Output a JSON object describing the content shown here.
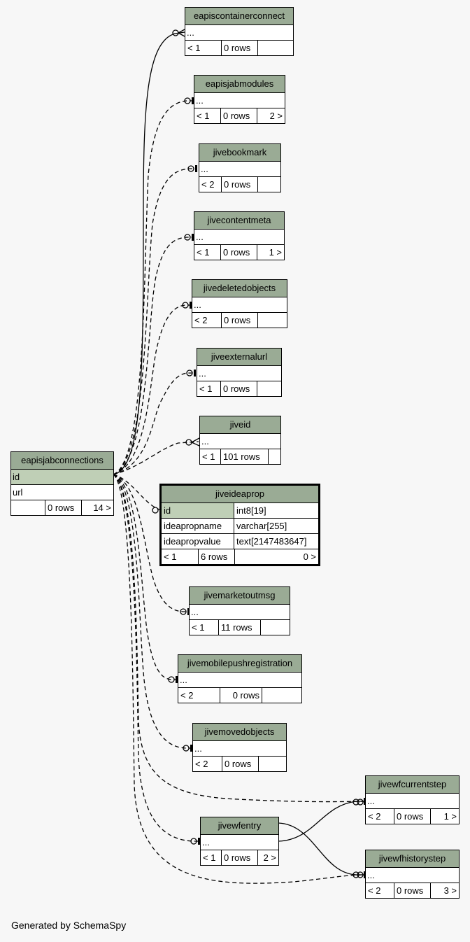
{
  "footer": "Generated by SchemaSpy",
  "colors": {
    "header": "#9aab95",
    "pk": "#bfcfb6",
    "background": "#f7f7f7"
  },
  "main_table": {
    "name": "eapisjabconnections",
    "rows": [
      "id",
      "url"
    ],
    "footer": [
      "",
      "0 rows",
      "14 >"
    ]
  },
  "focus_table": {
    "name": "jiveideaprop",
    "columns": [
      {
        "name": "id",
        "type": "int8[19]"
      },
      {
        "name": "ideapropname",
        "type": "varchar[255]"
      },
      {
        "name": "ideapropvalue",
        "type": "text[2147483647]"
      }
    ],
    "footer": [
      "< 1",
      "6 rows",
      "0 >"
    ]
  },
  "tables": [
    {
      "name": "eapiscontainerconnect",
      "row": "...",
      "footer": [
        "< 1",
        "0 rows",
        ""
      ]
    },
    {
      "name": "eapisjabmodules",
      "row": "...",
      "footer": [
        "< 1",
        "0 rows",
        "2 >"
      ]
    },
    {
      "name": "jivebookmark",
      "row": "...",
      "footer": [
        "< 2",
        "0 rows",
        ""
      ]
    },
    {
      "name": "jivecontentmeta",
      "row": "...",
      "footer": [
        "< 1",
        "0 rows",
        "1 >"
      ]
    },
    {
      "name": "jivedeletedobjects",
      "row": "...",
      "footer": [
        "< 2",
        "0 rows",
        ""
      ]
    },
    {
      "name": "jiveexternalurl",
      "row": "...",
      "footer": [
        "< 1",
        "0 rows",
        ""
      ]
    },
    {
      "name": "jiveid",
      "row": "...",
      "footer": [
        "< 1",
        "101 rows",
        ""
      ]
    },
    {
      "name": "jivemarketoutmsg",
      "row": "...",
      "footer": [
        "< 1",
        "11 rows",
        ""
      ]
    },
    {
      "name": "jivemobilepushregistration",
      "row": "...",
      "footer": [
        "< 2",
        "0 rows",
        ""
      ]
    },
    {
      "name": "jivemovedobjects",
      "row": "...",
      "footer": [
        "< 2",
        "0 rows",
        ""
      ]
    },
    {
      "name": "jivewfcurrentstep",
      "row": "...",
      "footer": [
        "< 2",
        "0 rows",
        "1 >"
      ]
    },
    {
      "name": "jivewfentry",
      "row": "...",
      "footer": [
        "< 1",
        "0 rows",
        "2 >"
      ]
    },
    {
      "name": "jivewfhistorystep",
      "row": "...",
      "footer": [
        "< 2",
        "0 rows",
        "3 >"
      ]
    }
  ]
}
